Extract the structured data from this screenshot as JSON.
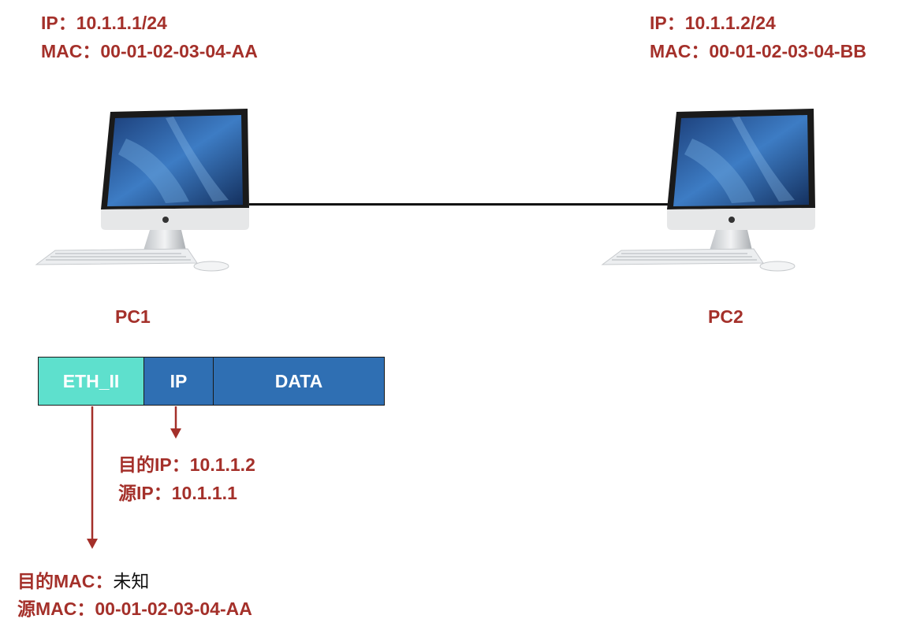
{
  "pc1": {
    "ip_line": "IP：10.1.1.1/24",
    "mac_line": "MAC：00-01-02-03-04-AA",
    "name": "PC1"
  },
  "pc2": {
    "ip_line": "IP：10.1.1.2/24",
    "mac_line": "MAC：00-01-02-03-04-BB",
    "name": "PC2"
  },
  "packet": {
    "segments": [
      {
        "label": "ETH_II",
        "color": "#5ee0cd"
      },
      {
        "label": "IP",
        "color": "#2f6fb3"
      },
      {
        "label": "DATA",
        "color": "#2f6fb3"
      }
    ]
  },
  "ip_header": {
    "dst_label": "目的IP：",
    "dst_value": "10.1.1.2",
    "src_label": "源IP：",
    "src_value": "10.1.1.1"
  },
  "eth_header": {
    "dst_label": "目的MAC：",
    "dst_value": "未知",
    "src_label": "源MAC：",
    "src_value": "00-01-02-03-04-AA"
  },
  "colors": {
    "label_red": "#a4302a",
    "arrow_red": "#a4302a",
    "eth_teal": "#5ee0cd",
    "frame_blue": "#2f6fb3"
  },
  "icons": [
    "desktop-computer-icon",
    "keyboard-icon",
    "mouse-icon"
  ]
}
